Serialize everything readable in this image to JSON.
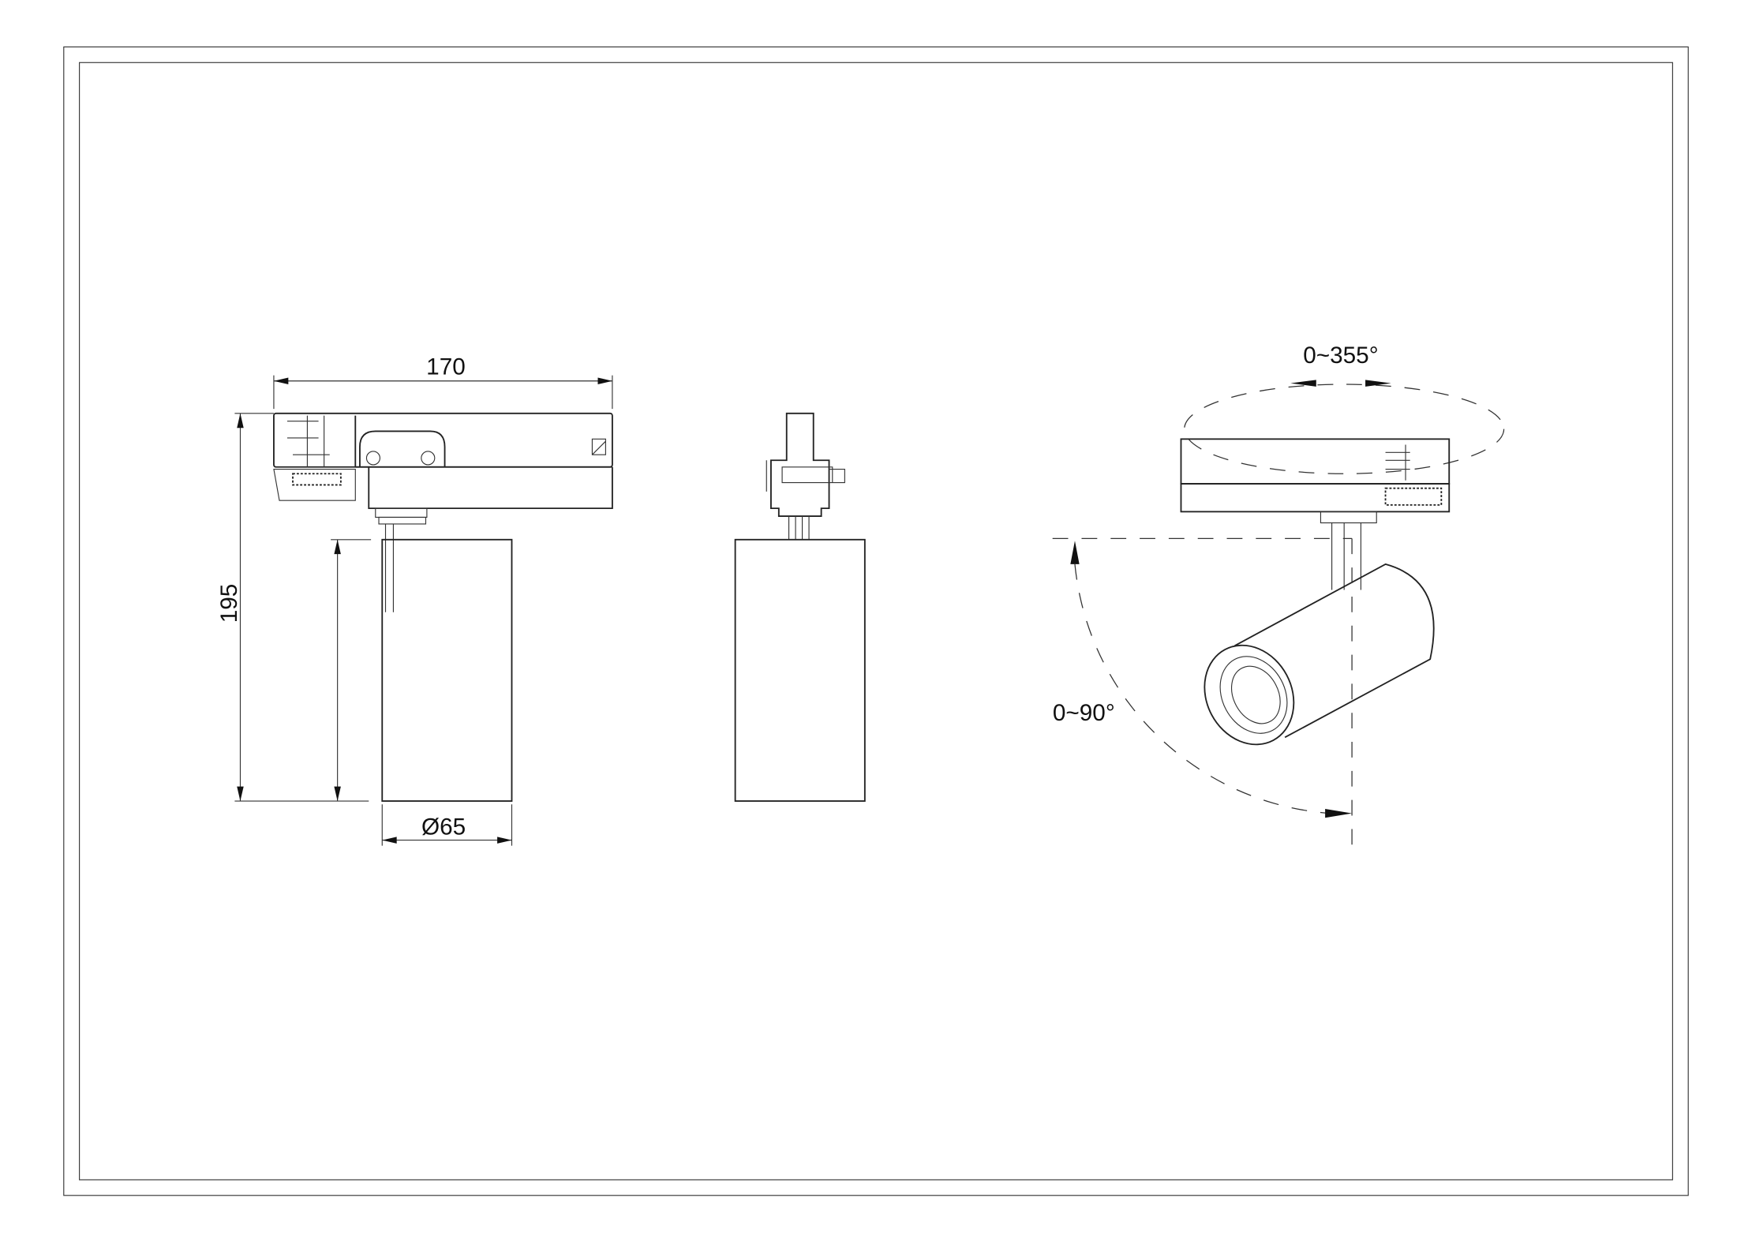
{
  "dimensions": {
    "width_label": "170",
    "height_label": "195",
    "diameter_label": "Ø65",
    "rotation_label": "0~355°",
    "tilt_label": "0~90°"
  },
  "colors": {
    "line": "#222222",
    "background": "#ffffff"
  }
}
